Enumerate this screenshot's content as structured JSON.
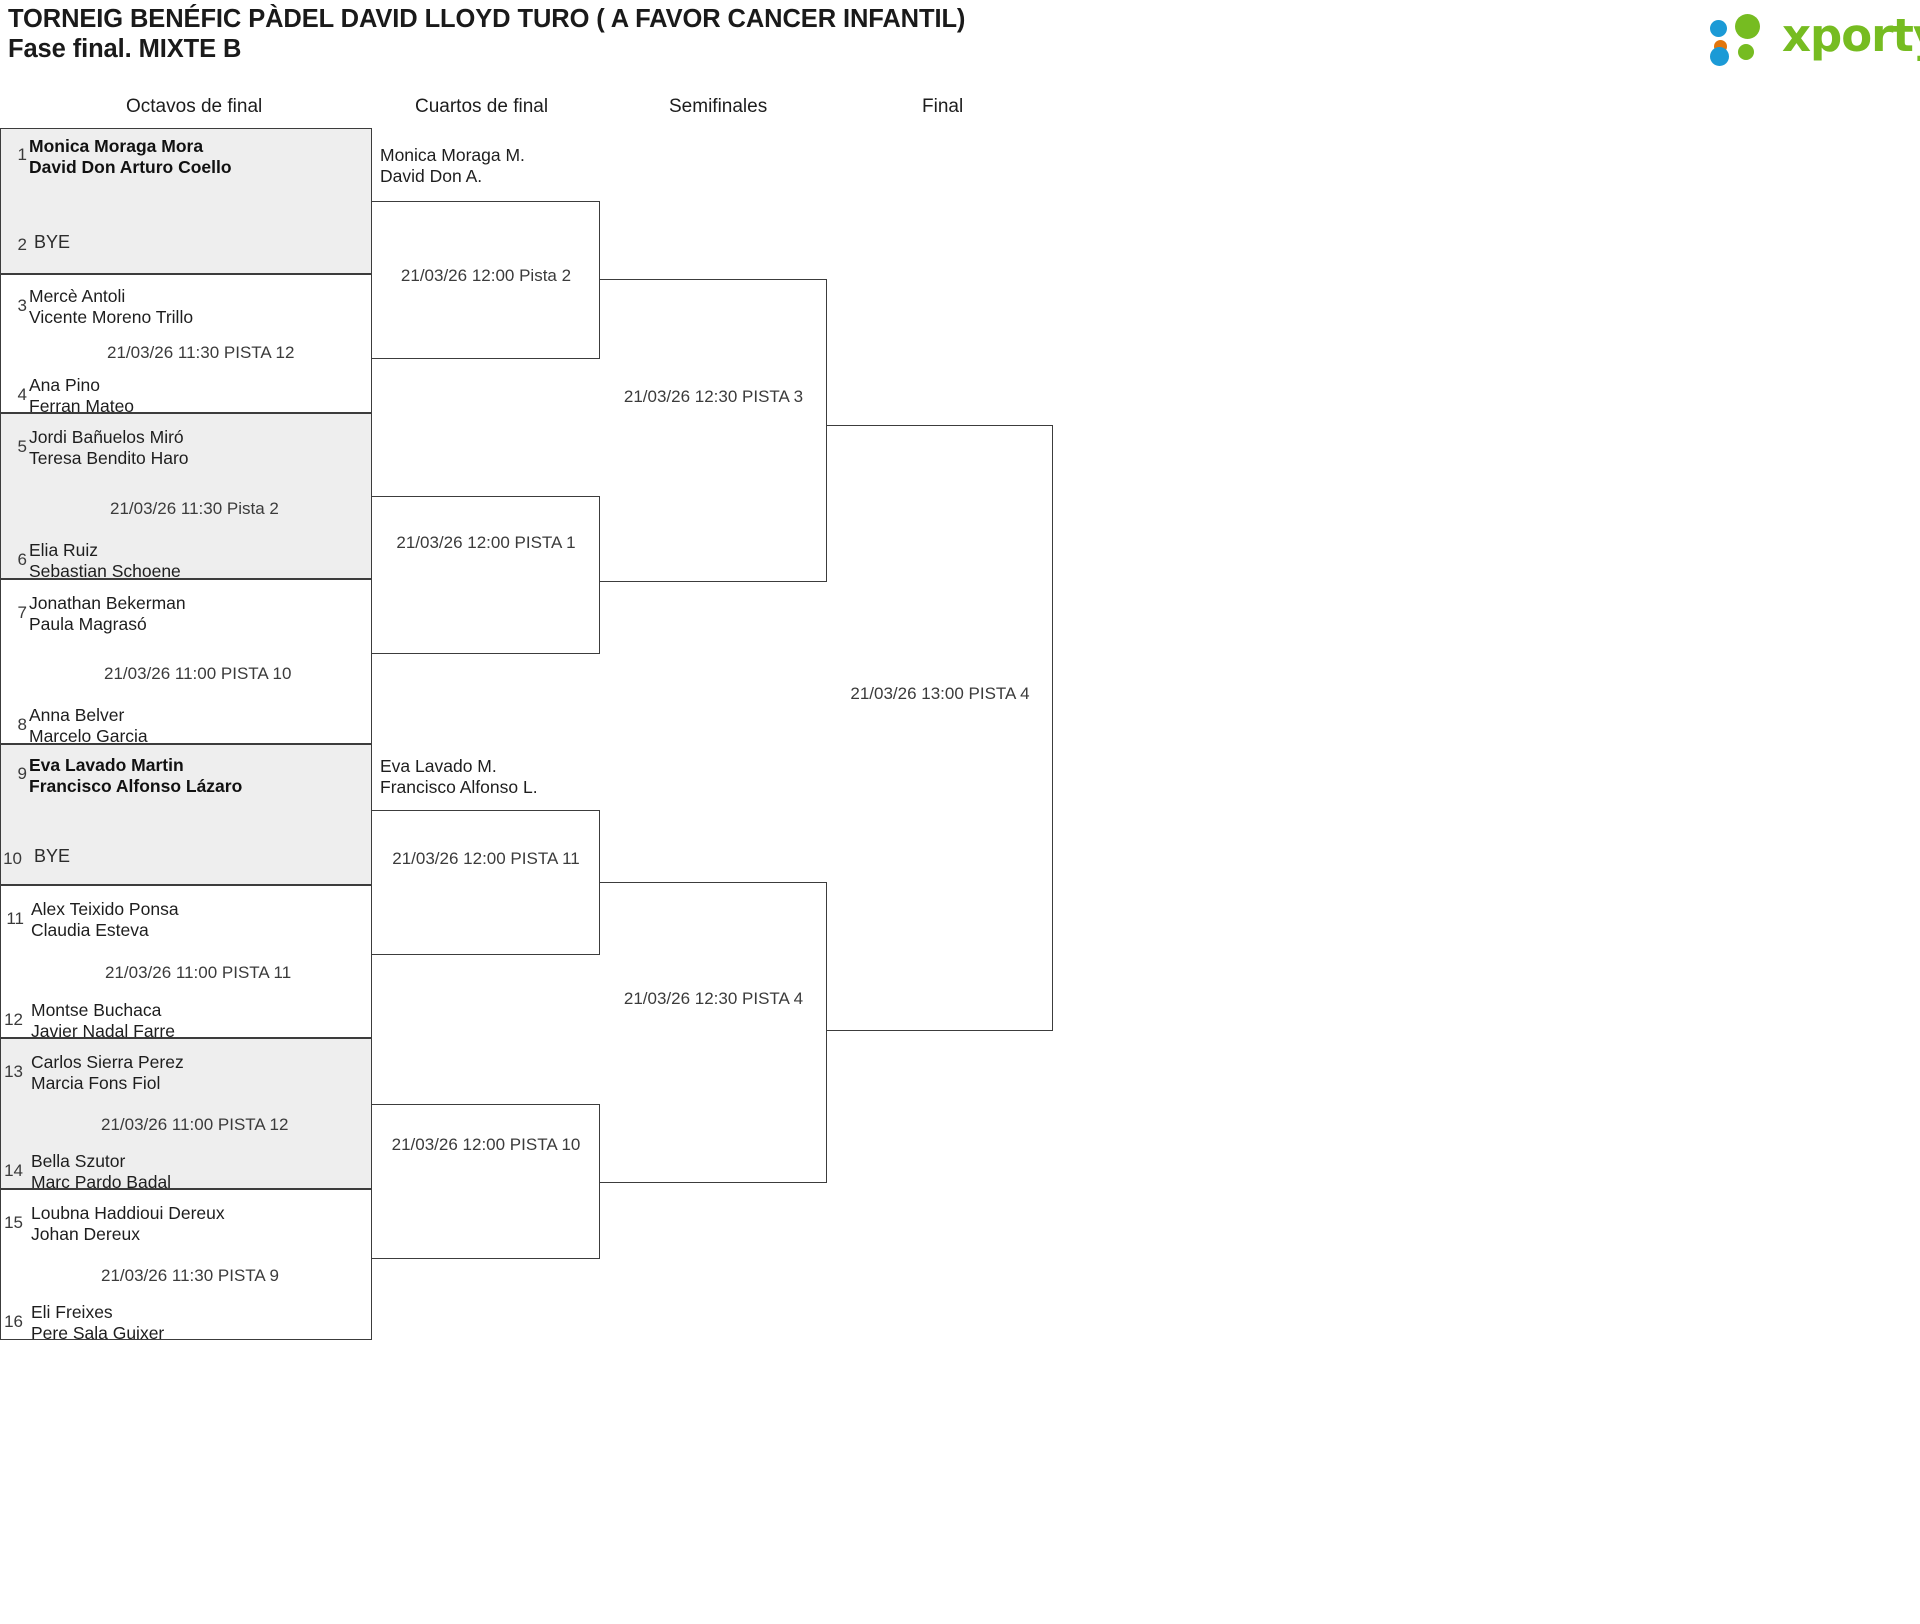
{
  "header": {
    "title_line1": "TORNEIG BENÉFIC PÀDEL DAVID LLOYD TURO ( A FAVOR CANCER INFANTIL)",
    "title_line2": "Fase final. MIXTE B",
    "logo_text": "xporty",
    "logo_colors": {
      "blue": "#1b9ad6",
      "orange": "#e2760d",
      "green": "#76bc21"
    }
  },
  "rounds": [
    {
      "key": "r16",
      "label": "Octavos de final"
    },
    {
      "key": "qf",
      "label": "Cuartos de final"
    },
    {
      "key": "sf",
      "label": "Semifinales"
    },
    {
      "key": "final",
      "label": "Final"
    }
  ],
  "round_of_16": [
    {
      "shaded": true,
      "schedule": "",
      "top": {
        "seed": "1",
        "p1": "Monica Moraga Mora",
        "p2": "David Don Arturo Coello",
        "bold": true,
        "bye": false
      },
      "bottom": {
        "seed": "2",
        "p1": "BYE",
        "p2": "",
        "bold": false,
        "bye": true
      }
    },
    {
      "shaded": false,
      "schedule": "21/03/26 11:30 PISTA 12",
      "top": {
        "seed": "3",
        "p1": "Mercè Antoli",
        "p2": "Vicente Moreno Trillo",
        "bold": false,
        "bye": false
      },
      "bottom": {
        "seed": "4",
        "p1": "Ana Pino",
        "p2": "Ferran Mateo",
        "bold": false,
        "bye": false
      }
    },
    {
      "shaded": true,
      "schedule": "21/03/26 11:30 Pista 2",
      "top": {
        "seed": "5",
        "p1": "Jordi Bañuelos Miró",
        "p2": "Teresa Bendito Haro",
        "bold": false,
        "bye": false
      },
      "bottom": {
        "seed": "6",
        "p1": "Elia Ruiz",
        "p2": "Sebastian Schoene",
        "bold": false,
        "bye": false
      }
    },
    {
      "shaded": false,
      "schedule": "21/03/26 11:00 PISTA 10",
      "top": {
        "seed": "7",
        "p1": "Jonathan Bekerman",
        "p2": "Paula Magrasó",
        "bold": false,
        "bye": false
      },
      "bottom": {
        "seed": "8",
        "p1": "Anna Belver",
        "p2": "Marcelo Garcia",
        "bold": false,
        "bye": false
      }
    },
    {
      "shaded": true,
      "schedule": "",
      "top": {
        "seed": "9",
        "p1": "Eva Lavado Martin",
        "p2": "Francisco Alfonso Lázaro",
        "bold": true,
        "bye": false
      },
      "bottom": {
        "seed": "10",
        "p1": "BYE",
        "p2": "",
        "bold": false,
        "bye": true
      }
    },
    {
      "shaded": false,
      "schedule": "21/03/26 11:00 PISTA 11",
      "top": {
        "seed": "11",
        "p1": "Alex Teixido Ponsa",
        "p2": "Claudia Esteva",
        "bold": false,
        "bye": false
      },
      "bottom": {
        "seed": "12",
        "p1": "Montse Buchaca",
        "p2": "Javier Nadal Farre",
        "bold": false,
        "bye": false
      }
    },
    {
      "shaded": true,
      "schedule": "21/03/26 11:00 PISTA 12",
      "top": {
        "seed": "13",
        "p1": "Carlos Sierra Perez",
        "p2": "Marcia Fons Fiol",
        "bold": false,
        "bye": false
      },
      "bottom": {
        "seed": "14",
        "p1": "Bella Szutor",
        "p2": "Marc Pardo Badal",
        "bold": false,
        "bye": false
      }
    },
    {
      "shaded": false,
      "schedule": "21/03/26 11:30 PISTA 9",
      "top": {
        "seed": "15",
        "p1": "Loubna Haddioui Dereux",
        "p2": "Johan Dereux",
        "bold": false,
        "bye": false
      },
      "bottom": {
        "seed": "16",
        "p1": "Eli Freixes",
        "p2": "Pere Sala Guixer",
        "bold": false,
        "bye": false
      }
    }
  ],
  "quarterfinals": [
    {
      "schedule": "21/03/26 12:00 Pista 2",
      "advanced_p1": "Monica Moraga M.",
      "advanced_p2": "David Don A."
    },
    {
      "schedule": "21/03/26 12:00 PISTA 1",
      "advanced_p1": "",
      "advanced_p2": ""
    },
    {
      "schedule": "21/03/26 12:00 PISTA 11",
      "advanced_p1": "Eva Lavado M.",
      "advanced_p2": "Francisco Alfonso L."
    },
    {
      "schedule": "21/03/26 12:00 PISTA 10",
      "advanced_p1": "",
      "advanced_p2": ""
    }
  ],
  "semifinals": [
    {
      "schedule": "21/03/26 12:30 PISTA 3",
      "advanced_p1": "",
      "advanced_p2": ""
    },
    {
      "schedule": "21/03/26 12:30 PISTA 4",
      "advanced_p1": "",
      "advanced_p2": ""
    }
  ],
  "final": [
    {
      "schedule": "21/03/26 13:00 PISTA 4",
      "advanced_p1": "",
      "advanced_p2": ""
    }
  ]
}
